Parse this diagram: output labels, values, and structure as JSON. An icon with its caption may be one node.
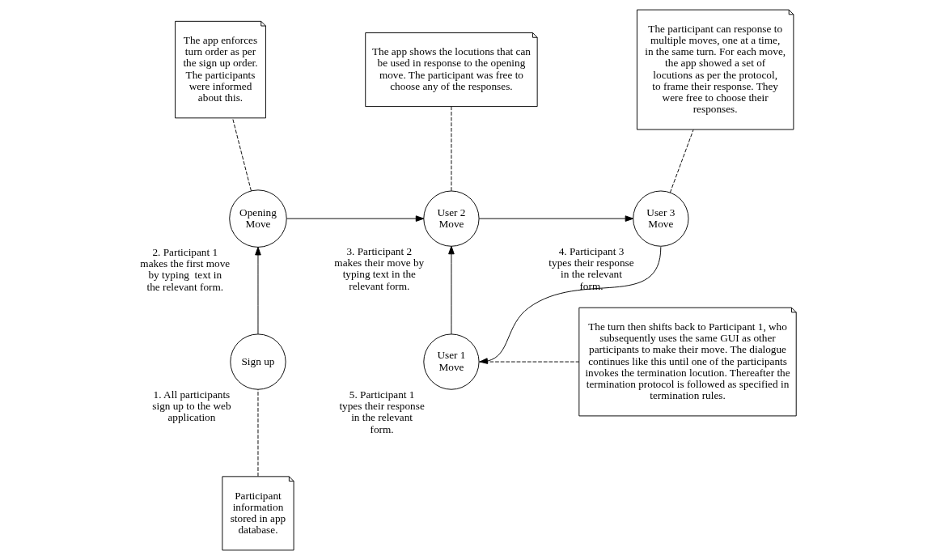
{
  "diagram": {
    "nodes": [
      {
        "text": [
          "The app shows the locutions that can be used in response to the opening move. The participant was free to choose any of the responses."
        ]
      },
      {
        "text": [
          "The participant can response to multiple moves, one at a time, in the same turn. For each move, the app showed a set of locutions as per the protocol, to frame their response. They were free to choose their responses."
        ]
      },
      {
        "text": [
          "The app enforces turn order as per the sign up order. The participants were informed about this."
        ]
      },
      {
        "text": [
          "Opening Move"
        ],
        "beside": [
          "2. Participant 1 makes the first move by typing  text in the relevant form."
        ]
      },
      {
        "text": [
          "User 2 Move"
        ],
        "beside": [
          "3. Participant 2 makes their move by typing text in the relevant form."
        ]
      },
      {
        "text": [
          "User 3 Move"
        ],
        "beside": [
          "4. Participant 3  types their response in the relevant form."
        ]
      },
      {
        "text": [
          "Participant information stored in app database."
        ]
      },
      {
        "text": [
          "Sign up"
        ],
        "beside": [
          "1. All participants sign up to the web application"
        ]
      },
      {
        "text": [
          "User 1 Move"
        ],
        "beside": [
          "5. Participant 1  types their response in the relevant form."
        ]
      },
      {
        "text": [
          "The turn then shifts back to Participant 1, who subsequently uses the same GUI as other participants to make their move. The dialogue continues like this until one of the participants invokes the termination locution. Thereafter the termination protocol is followed as specified in termination rules."
        ]
      }
    ],
    "edges": [
      {
        "from": 3,
        "to": 2,
        "arrow": "none",
        "style": "dashed"
      },
      {
        "from": 4,
        "to": 0,
        "arrow": "none",
        "style": "dashed"
      },
      {
        "from": 5,
        "to": 1,
        "arrow": "none",
        "style": "dashed"
      },
      {
        "from": 3,
        "to": 4,
        "arrow": "to"
      },
      {
        "from": 4,
        "to": 5,
        "arrow": "to"
      },
      {
        "from": 7,
        "to": 3,
        "arrow": "to"
      },
      {
        "from": 6,
        "to": 7,
        "arrow": "none",
        "style": "dashed"
      },
      {
        "from": 5,
        "to": 8,
        "arrow": "to"
      },
      {
        "from": 8,
        "to": 4,
        "arrow": "to"
      },
      {
        "from": 8,
        "to": 9,
        "arrow": "none",
        "style": "dashed"
      }
    ]
  }
}
